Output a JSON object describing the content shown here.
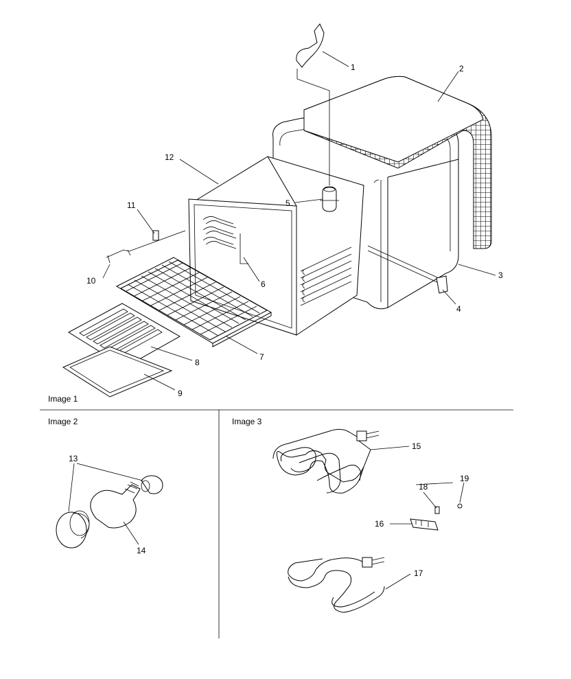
{
  "captions": {
    "image1": "Image 1",
    "image2": "Image 2",
    "image3": "Image 3"
  },
  "callouts": [
    "1",
    "2",
    "3",
    "4",
    "5",
    "6",
    "7",
    "8",
    "9",
    "10",
    "11",
    "12",
    "13",
    "14",
    "15",
    "16",
    "17",
    "18",
    "19"
  ]
}
